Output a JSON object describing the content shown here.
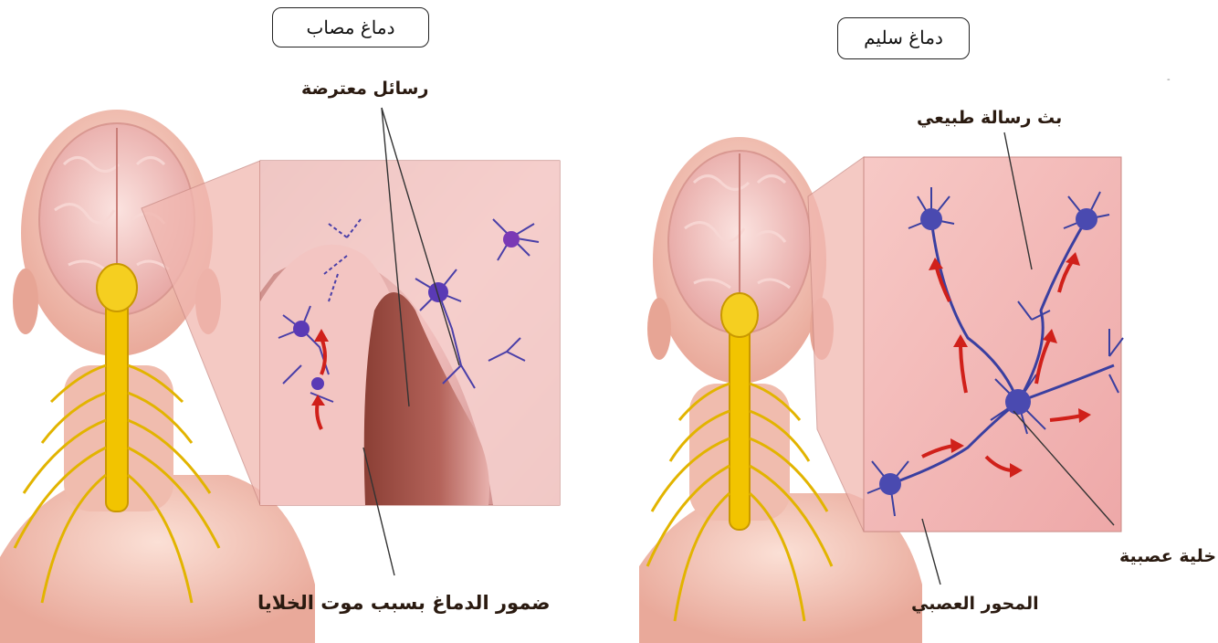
{
  "left_panel": {
    "title": "دماغ مصاب",
    "labels": {
      "intercepted_messages": "رسائل معترضة",
      "atrophy": "ضمور الدماغ بسبب موت الخلايا"
    }
  },
  "right_panel": {
    "title": "دماغ سليم",
    "labels": {
      "normal_signal": "بث رسالة طبيعي",
      "nerve_cell": "خلية عصبية",
      "axon": "المحور العصبي"
    }
  },
  "colors": {
    "skin": "#f4c6b8",
    "brain": "#eeb6b0",
    "spine": "#f2c400",
    "neuron": "#3a3fa0",
    "arrow": "#d0201a",
    "inset_bg": "#f3b9b7"
  }
}
